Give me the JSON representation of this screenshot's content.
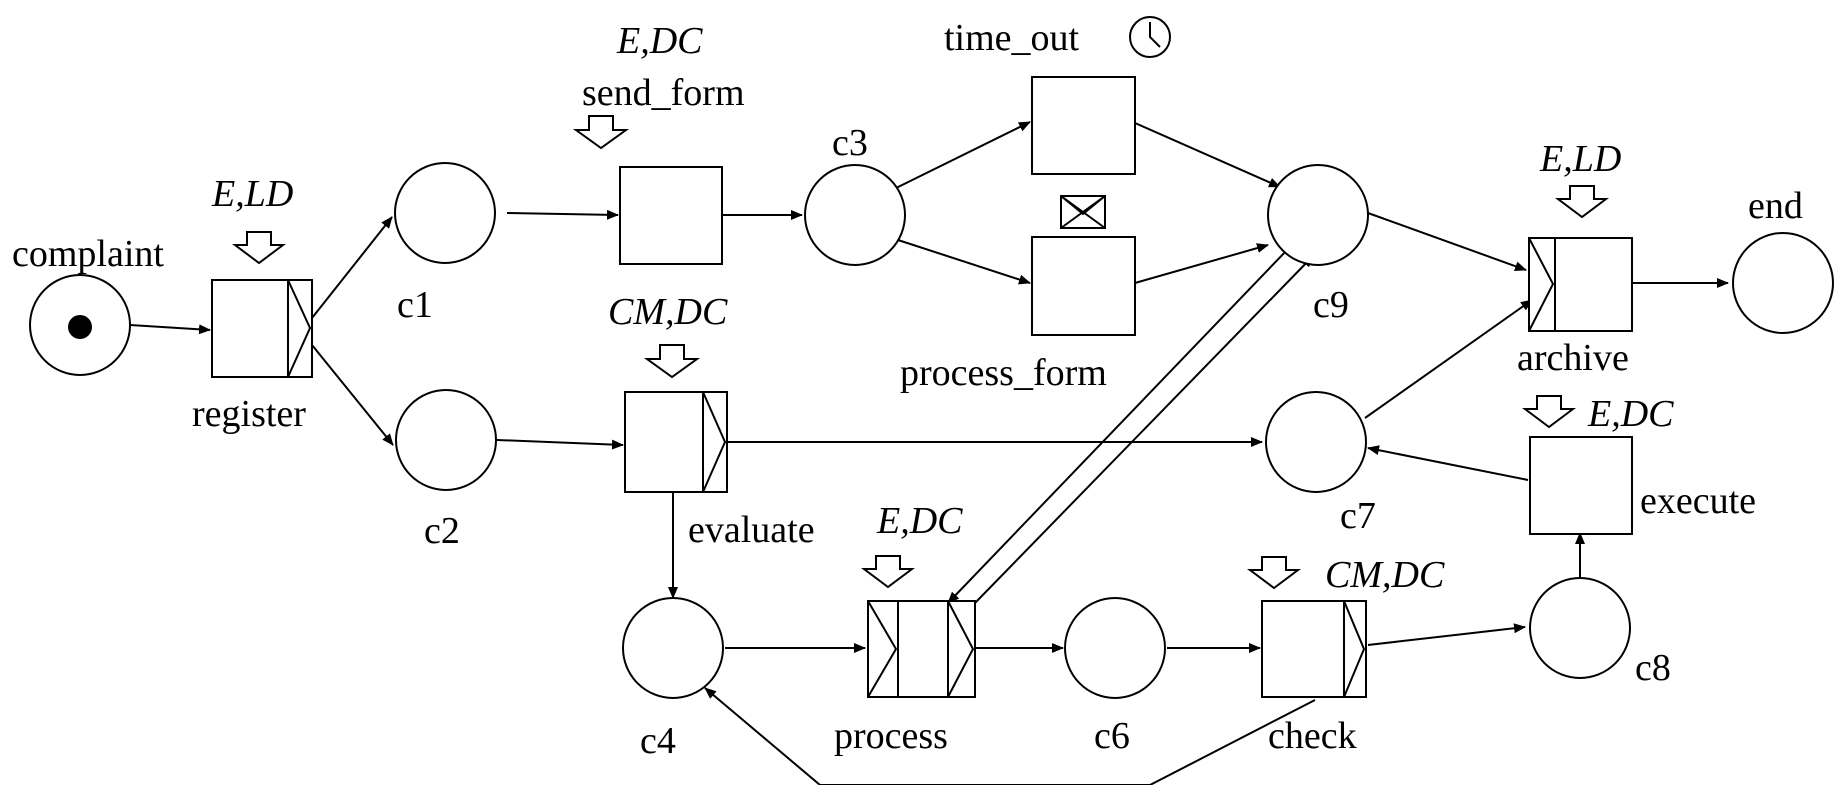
{
  "places": {
    "complaint": "complaint",
    "c1": "c1",
    "c2": "c2",
    "c3": "c3",
    "c4": "c4",
    "c6": "c6",
    "c7": "c7",
    "c8": "c8",
    "c9": "c9",
    "end": "end"
  },
  "transitions": {
    "register": {
      "label": "register",
      "annotation": "E,LD"
    },
    "send_form": {
      "label": "send_form",
      "annotation": "E,DC"
    },
    "evaluate": {
      "label": "evaluate",
      "annotation": "CM,DC"
    },
    "time_out": {
      "label": "time_out",
      "icon": "clock-icon"
    },
    "process_form": {
      "label": "process_form",
      "icon": "envelope-icon"
    },
    "process": {
      "label": "process",
      "annotation": "E,DC"
    },
    "check": {
      "label": "check",
      "annotation": "CM,DC"
    },
    "archive": {
      "label": "archive",
      "annotation": "E,LD"
    },
    "execute": {
      "label": "execute",
      "annotation": "E,DC"
    }
  }
}
